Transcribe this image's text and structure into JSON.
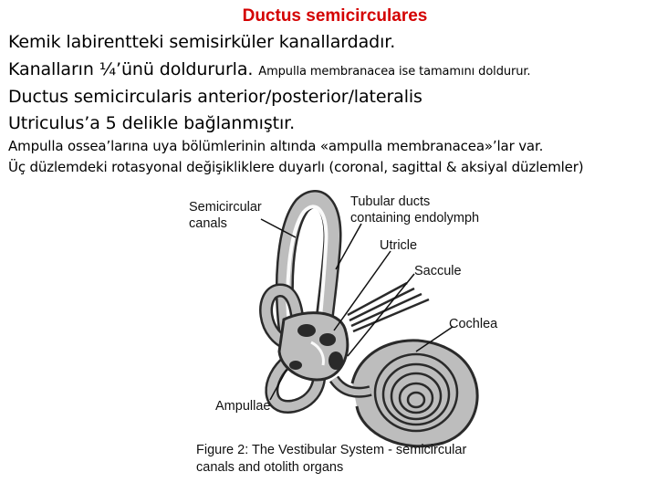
{
  "colors": {
    "title": "#d40000",
    "text": "#000000",
    "diagram_fill": "#bdbdbd",
    "diagram_dark": "#2a2a2a"
  },
  "slide": {
    "title": "Ductus semicirculares",
    "line1": "Kemik labirentteki semisirküler kanallardadır.",
    "line2_main": "Kanalların ¼’ünü doldururla.",
    "line2_small": "Ampulla membranacea ise tamamını doldurur.",
    "line3": "Ductus semicircularis anterior/posterior/lateralis",
    "line4": "Utriculus’a 5 delikle bağlanmıştır.",
    "line5": "Ampulla ossea’larına uya bölümlerinin altında «ampulla membranacea»’lar var.",
    "line6": "Üç düzlemdeki rotasyonal değişikliklere duyarlı (coronal, sagittal & aksiyal düzlemler)"
  },
  "figure": {
    "labels": {
      "semicircular_1": "Semicircular",
      "semicircular_2": "canals",
      "tubular_1": "Tubular ducts",
      "tubular_2": "containing endolymph",
      "utricle": "Utricle",
      "saccule": "Saccule",
      "cochlea": "Cochlea",
      "ampullae": "Ampullae"
    },
    "caption_1": "Figure 2: The Vestibular System - semicircular",
    "caption_2": "canals and otolith organs"
  }
}
